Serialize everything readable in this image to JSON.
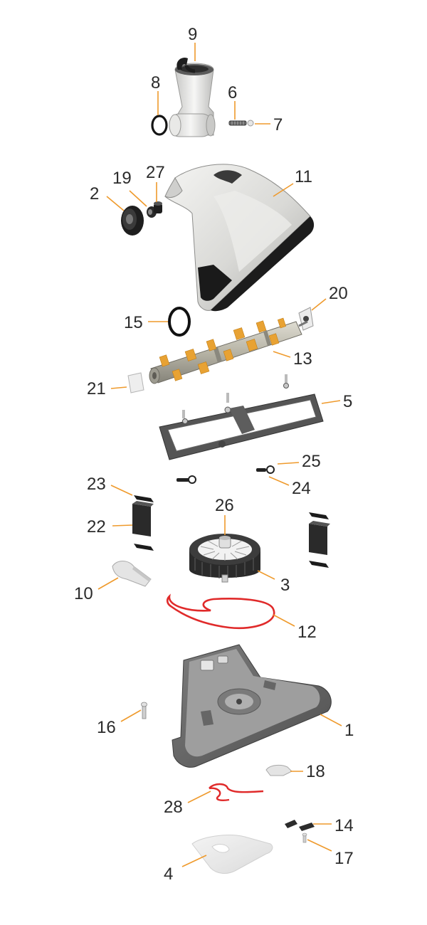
{
  "diagram": {
    "leader_color": "#ef9a2c",
    "callouts": {
      "c1": "1",
      "c2": "2",
      "c3": "3",
      "c4": "4",
      "c5": "5",
      "c6": "6",
      "c7": "7",
      "c8": "8",
      "c9": "9",
      "c10": "10",
      "c11": "11",
      "c12": "12",
      "c13": "13",
      "c14": "14",
      "c15": "15",
      "c16": "16",
      "c17": "17",
      "c18": "18",
      "c19": "19",
      "c20": "20",
      "c21": "21",
      "c22": "22",
      "c23": "23",
      "c24": "24",
      "c25": "25",
      "c26": "26",
      "c27": "27",
      "c28": "28"
    }
  }
}
